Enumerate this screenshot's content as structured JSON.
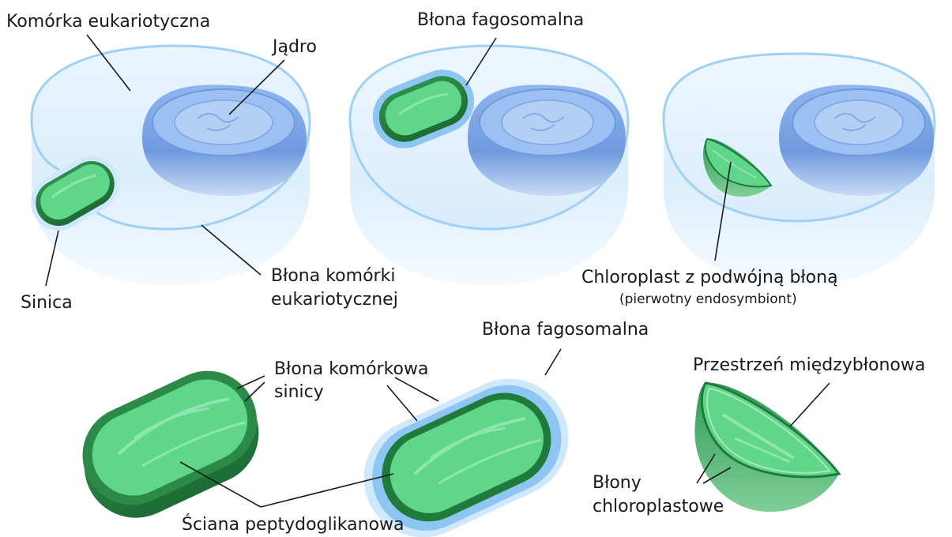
{
  "labels": {
    "eukaryotic_cell": "Komórka eukariotyczna",
    "nucleus": "Jądro",
    "phagosomal_membrane_top": "Błona fagosomalna",
    "cyanobacterium": "Sinica",
    "cell_membrane_line1": "Błona komórki",
    "cell_membrane_line2": "eukariotycznej",
    "chloroplast": "Chloroplast z podwójną błoną",
    "primary_endosymbiont": "(pierwotny endosymbiont)",
    "phagosomal_membrane_bottom": "Błona fagosomalna",
    "cyano_membrane_line1": "Błona komórkowa",
    "cyano_membrane_line2": "sinicy",
    "peptidoglycan_wall": "Ściana peptydoglikanowa",
    "intermembrane_space": "Przestrzeń międzybłonowa",
    "chloroplast_membranes_line1": "Błony",
    "chloroplast_membranes_line2": "chloroplastowe"
  },
  "colors": {
    "cytoplasm": "#e3f1fd",
    "membrane": "#9fd0f6",
    "nucleus": "#7ba6e6",
    "green_light": "#5fd68a",
    "green_dark": "#1f7a3c"
  }
}
